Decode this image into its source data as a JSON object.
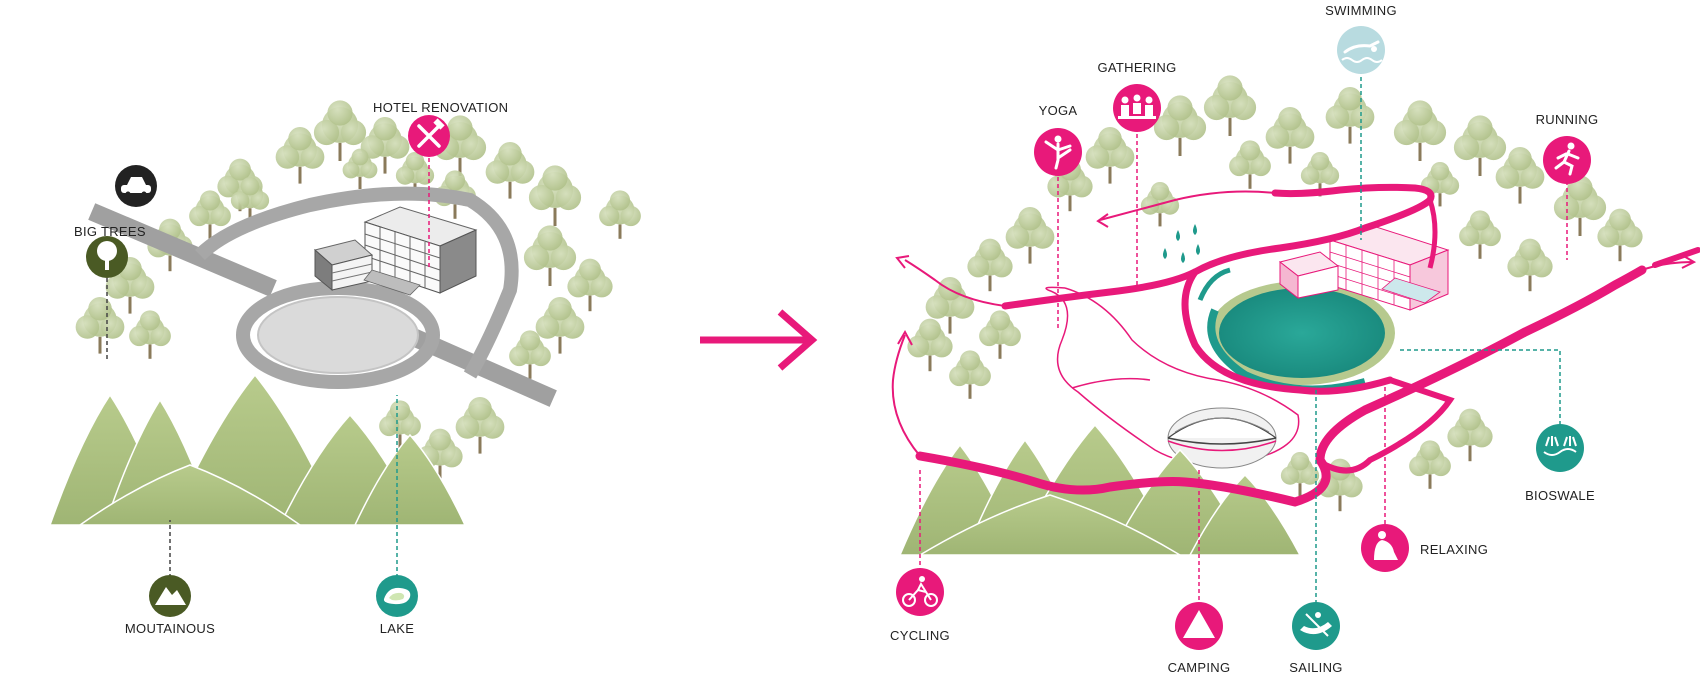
{
  "before": {
    "labels": {
      "hotel": "HOTEL RENOVATION",
      "trees": "BIG TREES",
      "mountain": "MOUTAINOUS",
      "lake": "LAKE"
    },
    "icons": {
      "car": "car-icon",
      "tools": "tools-icon",
      "tree": "tree-icon",
      "mountain": "mountain-icon",
      "lake": "lake-icon"
    }
  },
  "after": {
    "labels": {
      "swimming": "SWIMMING",
      "gathering": "GATHERING",
      "yoga": "YOGA",
      "running": "RUNNING",
      "bioswale": "BIOSWALE",
      "relaxing": "RELAXING",
      "cycling": "CYCLING",
      "camping": "CAMPING",
      "sailing": "SAILING"
    }
  },
  "colors": {
    "magenta": "#e8197a",
    "teal": "#1f9a8c",
    "light_blue": "#b8dbe0",
    "olive": "#4a5a24",
    "black": "#222222",
    "tree_green": "#a9bd82",
    "mountain_green": "#b6c98e",
    "road_grey": "#9a9a9a"
  }
}
